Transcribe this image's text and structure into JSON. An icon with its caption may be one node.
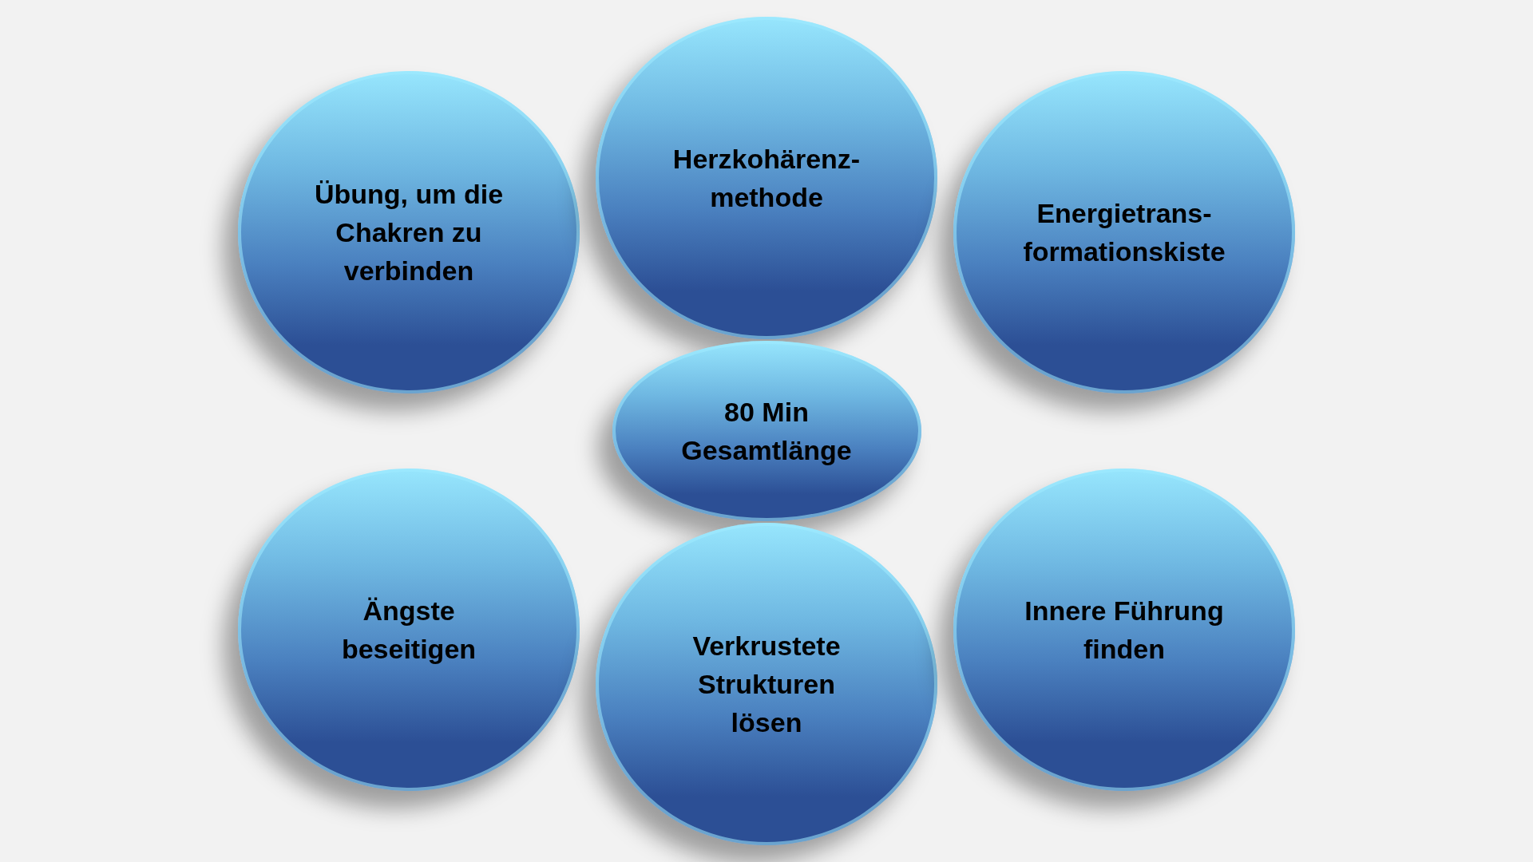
{
  "diagram": {
    "nodes": [
      {
        "text": [
          "Übung, um die Chakren zu verbinden"
        ]
      },
      {
        "text": [
          "Herzkohärenz- methode"
        ]
      },
      {
        "text": [
          "Energietrans- formationskiste"
        ]
      },
      {
        "text": [
          "80 Min Gesamtlänge"
        ]
      },
      {
        "text": [
          "Ängste beseitigen"
        ]
      },
      {
        "text": [
          "Verkrustete Strukturen lösen"
        ]
      },
      {
        "text": [
          "Innere Führung finden"
        ]
      }
    ]
  }
}
